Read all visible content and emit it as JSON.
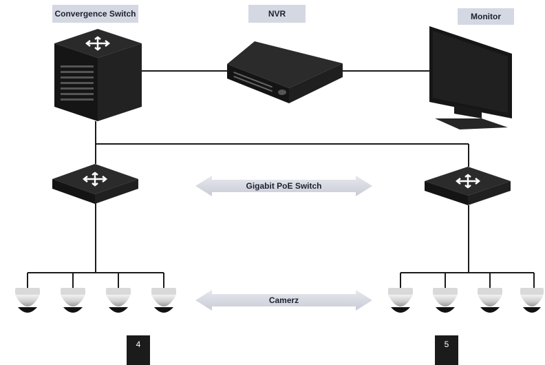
{
  "labels": {
    "convergence_switch": "Convergence Switch",
    "nvr": "NVR",
    "monitor": "Monitor",
    "poe_switch": "Gigabit PoE Switch",
    "camera": "Camerz"
  },
  "badges": {
    "left": "4",
    "right": "5"
  },
  "colors": {
    "label_bg": "#d4d8e2",
    "device": "#1c1c1c",
    "line": "#1a1a1a",
    "arrow": "#d8dbe3",
    "badge": "#1b1b1b"
  },
  "icons": {
    "switch_symbol": "four-way-arrow-icon",
    "camera": "dome-camera-icon"
  }
}
